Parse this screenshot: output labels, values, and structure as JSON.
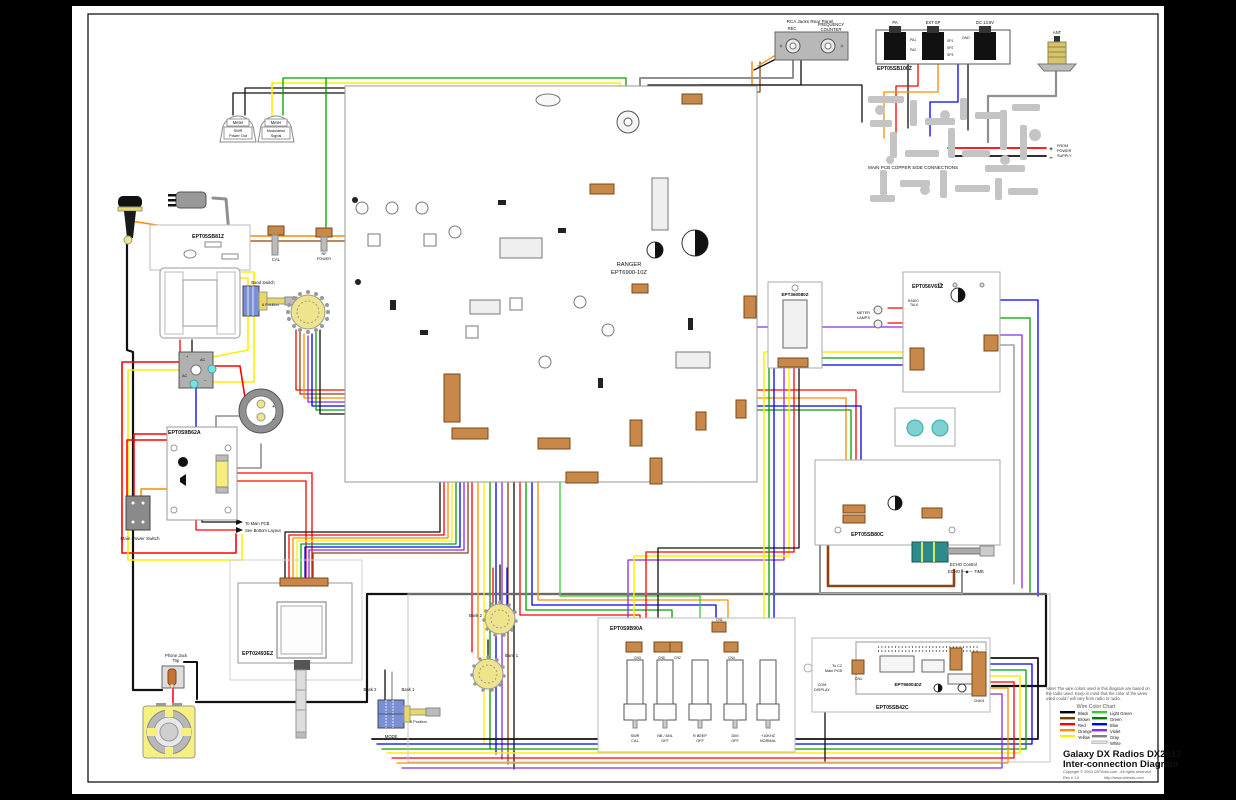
{
  "title_block": {
    "product": "Galaxy DX Radios DX2517",
    "subtitle": "Inter-connection Diagram",
    "copyright": "Copyright © 2003 CBTricks.com - All rights reserved",
    "rev": "Rev # 1.0",
    "url": "http://www.cbtricks.com"
  },
  "note": {
    "lines": [
      "Note! The wire colors used in this diagram are based on",
      "the radio used. Keep in mind that the color of the wires",
      "used could / will vary from radio to radio."
    ],
    "chart_title": "Wire Color Chart"
  },
  "legend": {
    "col1": [
      {
        "label": "Black",
        "hex": "#000000"
      },
      {
        "label": "Brown",
        "hex": "#7B3F00"
      },
      {
        "label": "Red",
        "hex": "#FF0000"
      },
      {
        "label": "Orange",
        "hex": "#FF8C00"
      },
      {
        "label": "Yellow",
        "hex": "#FFEE00"
      }
    ],
    "col2": [
      {
        "label": "Light Green",
        "hex": "#33CC33"
      },
      {
        "label": "Green",
        "hex": "#007F00"
      },
      {
        "label": "Blue",
        "hex": "#0000EE"
      },
      {
        "label": "Violet",
        "hex": "#8A2BE2"
      },
      {
        "label": "Gray",
        "hex": "#808080"
      },
      {
        "label": "White",
        "hex": "#E8E8E8"
      }
    ]
  },
  "boards": {
    "mic_board": "EPT05SB81Z",
    "power_board": "EPT0S9B62A",
    "display_board": "EPT02493EZ",
    "main_pcb_1": "RANGER",
    "main_pcb_2": "EPT6900-10Z",
    "clar_board": "EPT360080Z",
    "meter_board": "EPT056V61Z",
    "rear_board": "EPT05SB100Z",
    "echo_board": "EPT05SB80C",
    "switch_board": "EPT0S9B90A",
    "bottom_board": "EPT05SB42C",
    "counter_board": "EPT960040Z"
  },
  "labels": {
    "rca_panel": "RCA Jacks Rear Panel",
    "rec": "REC",
    "frequency": "FREQUENCY",
    "counter": "COUNTER",
    "jack_pa": "PA",
    "jack_ext_sp": "EXT SP",
    "jack_dc": "DC 13.8V",
    "pa1": "PA1",
    "pa2": "PA2",
    "sp1": "SP1",
    "sp2": "SP2",
    "sp3": "SP3",
    "gnd": "GND",
    "ant": "ANT",
    "copper_view": "MAIN PCB COPPER SIDE CONNECTIONS",
    "plus_ps": "+",
    "minus_ps": "−",
    "from_power_1": "FROM",
    "from_power_2": "POWER",
    "from_power_3": "SUPPLY",
    "meter1": "Meter",
    "meter2": "Meter",
    "meter1_sub1": "SWR",
    "meter1_sub2": "Power Out",
    "meter2_sub1": "Modulation",
    "meter2_sub2": "Signal",
    "cal": "CAL",
    "rf": "RF",
    "power": "POWER",
    "band_switch": "Band Switch",
    "six_position_1": "6 Position",
    "ac_1": "AC",
    "ac_2": "AC",
    "plus_bridge": "+",
    "minus_bridge": "−",
    "plus_conn": "+",
    "minus_conn": "−",
    "main_power_switch": "Main Power Switch",
    "to_main_pcb": "To Main PCB",
    "see_bottom": "See Bottom Layout",
    "phone_jack_1": "Phone Jack",
    "phone_jack_2": "Top",
    "bank2_a": "Bank 2",
    "bank1_a": "Bank 1",
    "bank2_b": "Bank 2",
    "bank1_b": "Bank 1",
    "six_position_2": "6 Position",
    "mode": "MODE",
    "meter_lamps_1": "METER",
    "meter_lamps_2": "LAMPS",
    "radio": "RADIO",
    "talk": "TALK",
    "echo_control": "ECHO Control",
    "echo_time": "ECHO —◆— TIME",
    "sw1_1": "SWR",
    "sw1_2": "CAL",
    "sw2_1": "NB / ANL",
    "sw2_2": "OFF",
    "sw3_1": "R BEEP",
    "sw3_2": "OFF",
    "sw4_1": "DIM",
    "sw4_2": "OFF",
    "sw5_1": "+10KHZ",
    "sw5_2": "NORMAL",
    "to_c2_1": "To C2",
    "to_c2_2": "Main PCB",
    "com_1": "COM",
    "com_2": "DISPLAY",
    "cn1": "CN1",
    "cn2": "CN2",
    "cn3": "CN3",
    "cn4": "CN4",
    "cn5": "CN5",
    "cn403": "CN403"
  }
}
